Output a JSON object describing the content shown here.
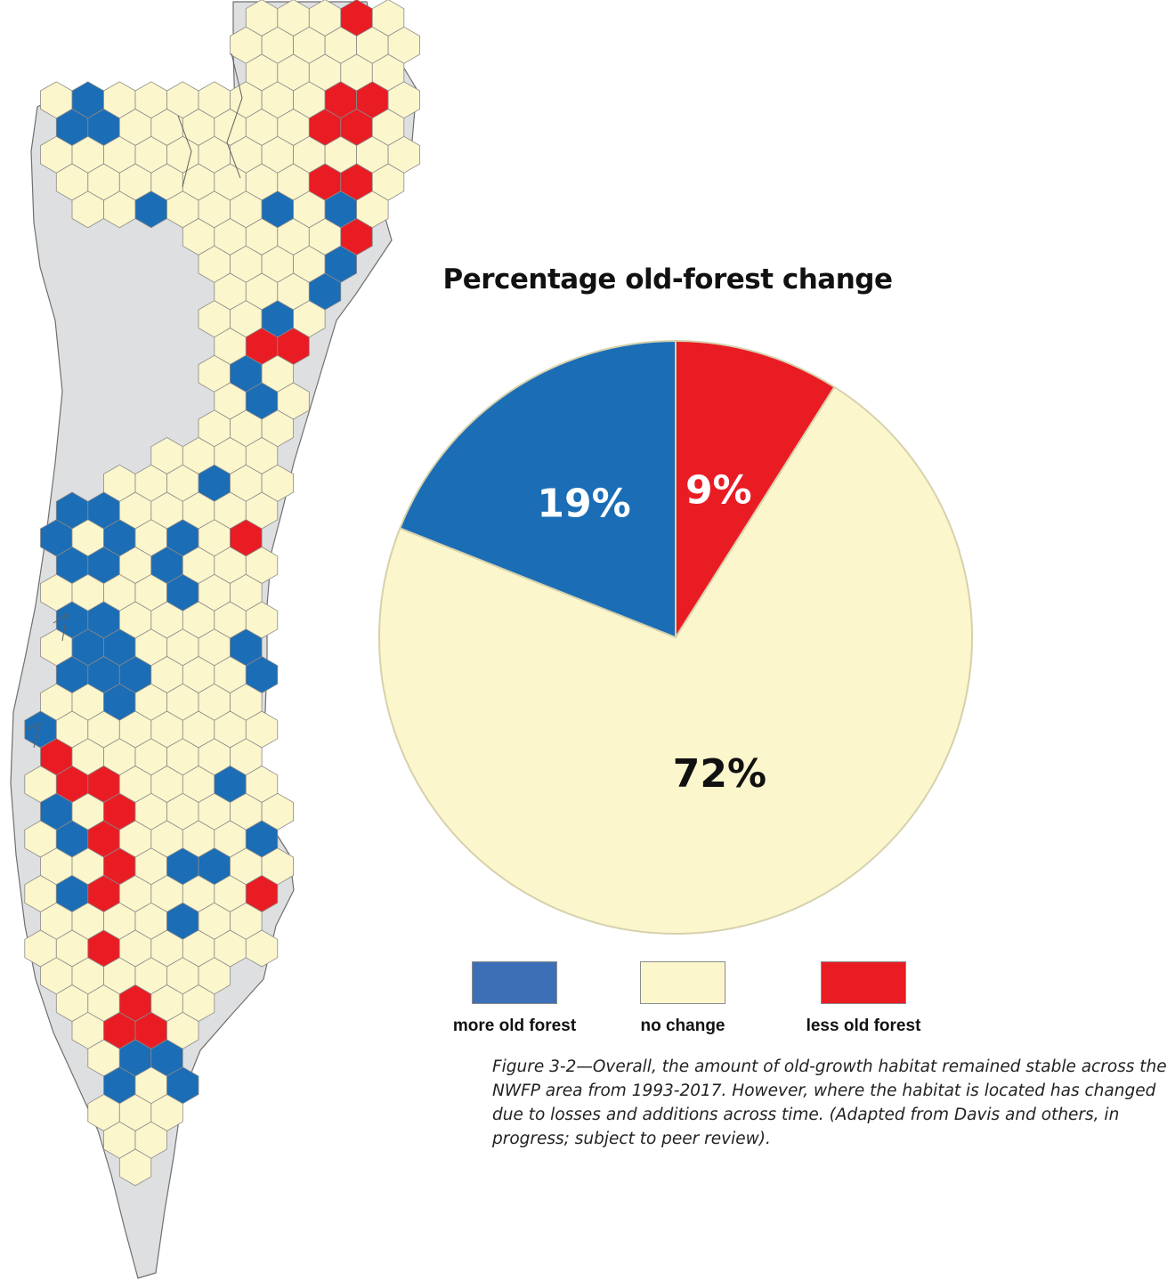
{
  "colors": {
    "more": "#1b6db5",
    "nochange": "#fcf6cc",
    "less": "#e91c24",
    "land": "#dedfe0",
    "hex_border": "#8a8a8a",
    "slice_border": "#d6d1ad"
  },
  "chart_data": {
    "type": "pie",
    "title": "Percentage old-forest change",
    "slices": [
      {
        "label": "less old forest",
        "value": 9,
        "display": "9%",
        "color": "#e91c24",
        "text_color": "#ffffff"
      },
      {
        "label": "no change",
        "value": 72,
        "display": "72%",
        "color": "#fcf6cc",
        "text_color": "#111111"
      },
      {
        "label": "more old forest",
        "value": 19,
        "display": "19%",
        "color": "#1b6db5",
        "text_color": "#ffffff"
      }
    ],
    "legend": [
      {
        "label": "more old forest",
        "color": "#3d6fb6"
      },
      {
        "label": "no change",
        "color": "#fcf6cc"
      },
      {
        "label": "less old forest",
        "color": "#e91c24"
      }
    ],
    "legend_position": "bottom"
  },
  "caption": {
    "lines": [
      "Figure 3-2—Overall, the amount of old-growth habitat remained stable across the",
      "NWFP area from 1993-2017. However, where the habitat is located has changed",
      "due to losses and additions across time. (Adapted from Davis and others, in",
      "progress; subject to peer review)."
    ]
  }
}
